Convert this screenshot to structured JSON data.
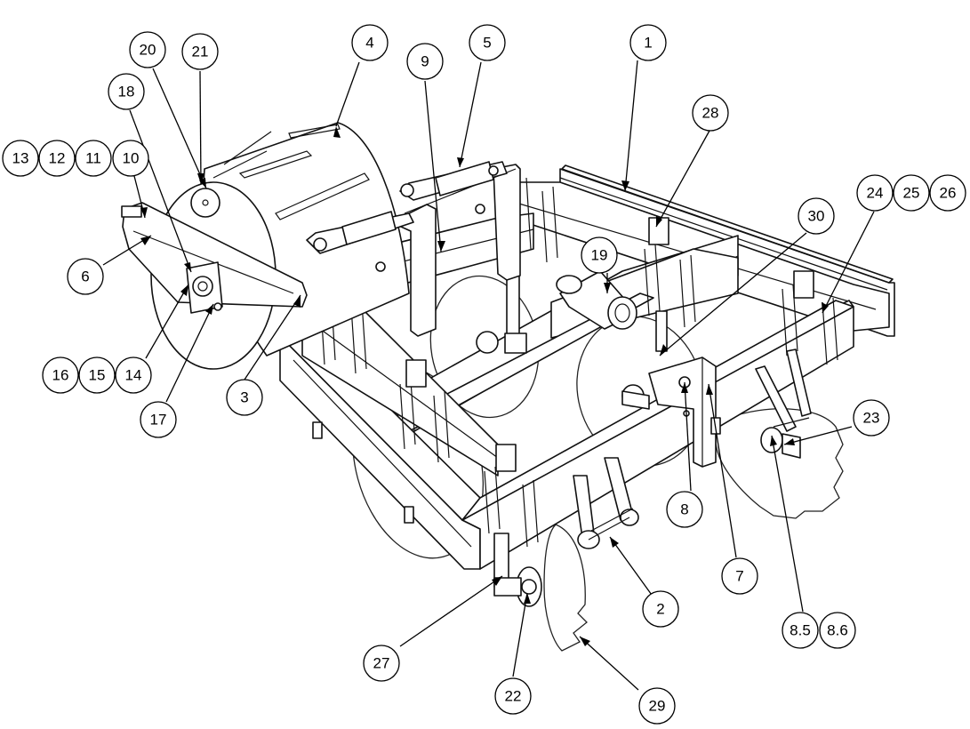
{
  "diagram": {
    "labels": [
      "1",
      "2",
      "3",
      "4",
      "5",
      "6",
      "7",
      "8",
      "8.5",
      "8.6",
      "9",
      "10",
      "11",
      "12",
      "13",
      "14",
      "15",
      "16",
      "17",
      "18",
      "19",
      "20",
      "21",
      "22",
      "23",
      "24",
      "25",
      "26",
      "27",
      "28",
      "29",
      "30"
    ]
  }
}
